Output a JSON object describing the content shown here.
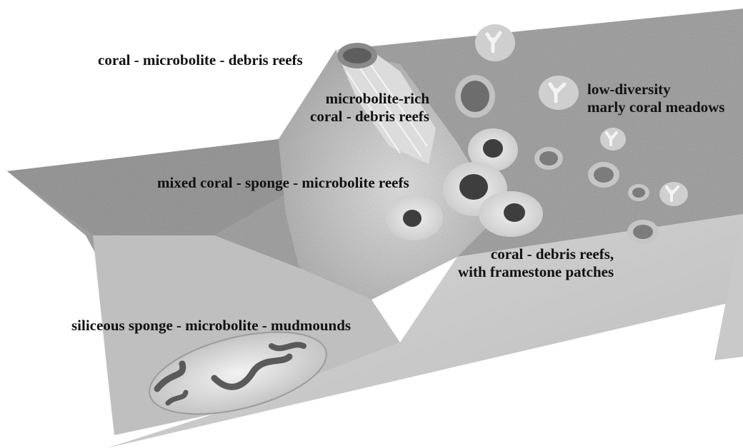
{
  "labels": {
    "coral_microbolite_debris": "coral - microbolite - debris reefs",
    "microbolite_rich_line1": "microbolite-rich",
    "microbolite_rich_line2": "coral - debris reefs",
    "low_diversity_line1": "low-diversity",
    "low_diversity_line2": "marly coral meadows",
    "mixed_coral_sponge": "mixed coral - sponge - microbolite reefs",
    "coral_debris_line1": "coral - debris reefs,",
    "coral_debris_line2": "with framestone patches",
    "siliceous_sponge": "siliceous sponge - microbolite - mudmounds"
  },
  "colors": {
    "platform_top": "#a9a9a9",
    "ramp_slope": "#cfcfcf",
    "front_face": "#c4c4c4",
    "reef_dark": "#3e3e3e",
    "label_text": "#111111"
  }
}
